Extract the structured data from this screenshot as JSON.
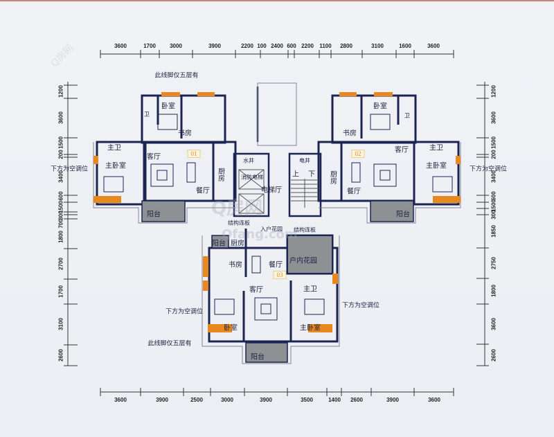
{
  "colors": {
    "wall": "#1c2452",
    "accent_window": "#e8891f",
    "balcony": "#8e9194",
    "background": "#eef0f5"
  },
  "dimensions": {
    "top": [
      "3600",
      "1700",
      "3000",
      "3900",
      "2200",
      "100",
      "2400",
      "600",
      "2200",
      "1100",
      "2800",
      "3100",
      "1600",
      "3600"
    ],
    "bottom": [
      "3600",
      "3900",
      "2500",
      "3000",
      "3900",
      "3500",
      "1400",
      "2600",
      "3900",
      "3600"
    ],
    "left": [
      "1200",
      "3600",
      "1500",
      "200",
      "3400",
      "600",
      "1500",
      "300",
      "700",
      "1800",
      "2700",
      "1700",
      "3100",
      "2600"
    ],
    "right": [
      "1200",
      "3600",
      "1500",
      "200",
      "3400",
      "600",
      "1500",
      "300",
      "1850",
      "2750",
      "1800",
      "3600",
      "2600"
    ]
  },
  "notes": {
    "molding_top": "此线脚仅五层有",
    "molding_bottom": "此线脚仅五层有",
    "ac": "下方为空调位"
  },
  "units": {
    "u01": {
      "badge": "01",
      "bedroom": "卧室",
      "bath": "卫",
      "study": "书房",
      "master_bath": "主卫",
      "living": "客厅",
      "master_bedroom": "主卧室",
      "kitchen": "厨房",
      "dining": "餐厅",
      "balcony": "阳台"
    },
    "u02": {
      "badge": "02",
      "bedroom": "卧室",
      "bath": "卫",
      "study": "书房",
      "master_bath": "主卫",
      "living": "客厅",
      "master_bedroom": "主卧室",
      "kitchen": "厨房",
      "dining": "餐厅",
      "balcony": "阳台"
    },
    "u03": {
      "badge": "03",
      "service_balcony": "阳台",
      "kitchen": "厨房",
      "study": "书房",
      "dining": "餐厅",
      "garden": "户内花园",
      "living": "客厅",
      "master_bath": "主卫",
      "bedroom": "卧室",
      "master_bedroom": "主卧室",
      "balcony": "阳台"
    }
  },
  "core": {
    "water_shaft": "水井",
    "fire_elevator": "消防电梯",
    "elevator_hall": "电梯厅",
    "electric_shaft": "电井",
    "up": "上",
    "down": "下",
    "slab_left": "结构连板",
    "entry_garden": "入户花园",
    "slab_right": "结构连板"
  },
  "watermark": {
    "brand": "Q房网",
    "url": "Qfang.com"
  }
}
